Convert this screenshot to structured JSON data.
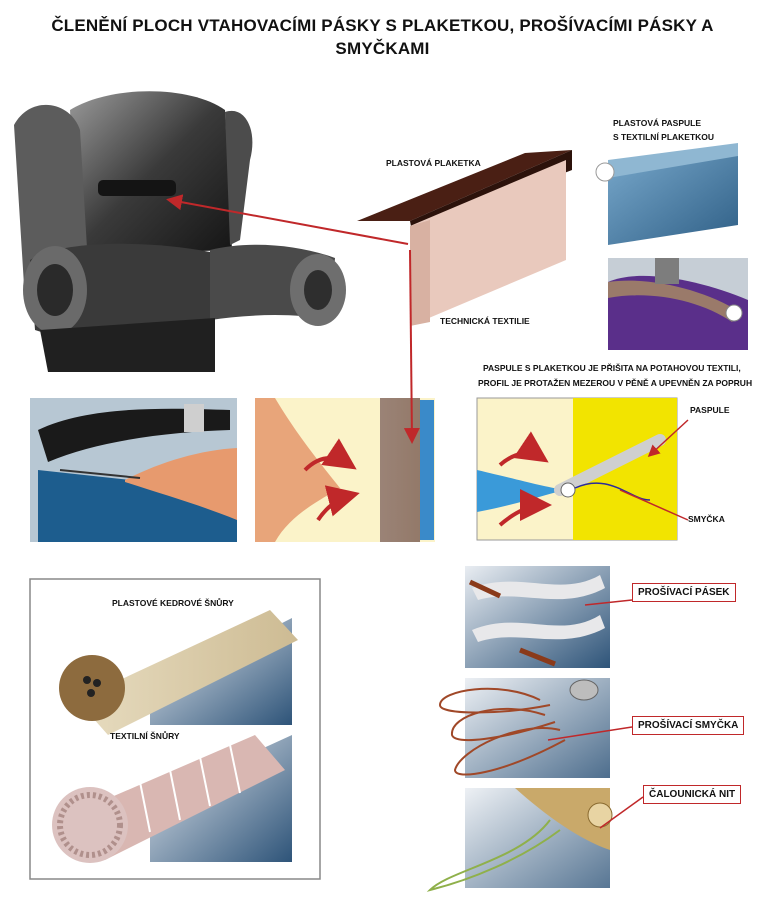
{
  "title": {
    "line1": "ČLENĚNÍ PLOCH VTAHOVACÍMI PÁSKY S PLAKETKOU, PROŠÍVACÍMI PÁSKY A",
    "line2": "SMYČKAMI"
  },
  "labels": {
    "plastic_plaque": "PLASTOVÁ PLAKETKA",
    "technical_textile": "TECHNICKÁ TEXTILIE",
    "plastic_piping_1": "PLASTOVÁ PASPULE",
    "plastic_piping_2": "S TEXTILNÍ PLAKETKOU",
    "sewn_note_1": "PASPULE S PLAKETKOU JE PŘIŠITA NA POTAHOVOU TEXTILI,",
    "sewn_note_2": "PROFIL JE PROTAŽEN MEZEROU V PĚNĚ A UPEVNĚN ZA POPRUH",
    "piping": "PASPULE",
    "loop": "SMYČKA",
    "plastic_cords": "PLASTOVÉ KEDROVÉ ŠNŮRY",
    "textile_cords": "TEXTILNÍ ŠNŮRY",
    "stitching_tape": "PROŠÍVACÍ PÁSEK",
    "stitching_loop": "PROŠÍVACÍ SMYČKA",
    "upholstery_thread": "ČALOUNICKÁ NIT"
  },
  "colors": {
    "arrow_red": "#c0282a",
    "textile_pink": "#e9c9bd",
    "plaque_dark": "#4a1f14",
    "piping_blue": "#4f88b0",
    "panel_yellow": "#f2e400",
    "foam_cream": "#fbf3c9"
  }
}
